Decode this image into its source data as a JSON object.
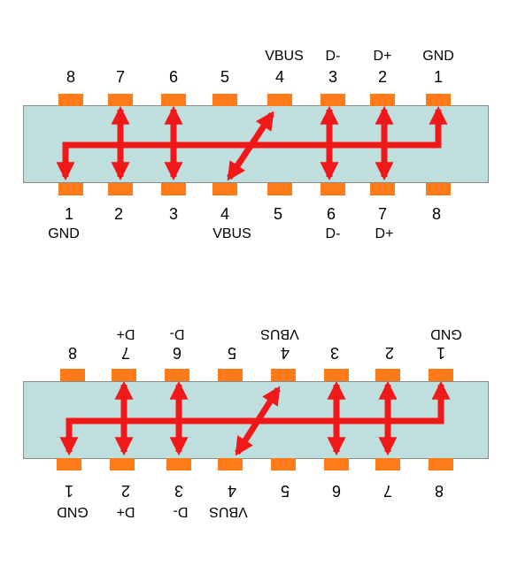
{
  "colors": {
    "board": "#bfdede",
    "pad": "#ff7a18",
    "wire": "#f01818"
  },
  "top": {
    "upper_numbers": [
      "8",
      "7",
      "6",
      "5",
      "4",
      "3",
      "2",
      "1"
    ],
    "upper_signals": [
      "",
      "",
      "",
      "",
      "VBUS",
      "D-",
      "D+",
      "GND"
    ],
    "lower_numbers": [
      "1",
      "2",
      "3",
      "4",
      "5",
      "6",
      "7",
      "8"
    ],
    "lower_signals": [
      "GND",
      "",
      "",
      "VBUS",
      "",
      "D-",
      "D+",
      ""
    ]
  },
  "bottom": {
    "upper_numbers": [
      "8",
      "7",
      "6",
      "5",
      "4",
      "3",
      "2",
      "1"
    ],
    "upper_signals": [
      "",
      "D+",
      "D-",
      "",
      "VBUS",
      "",
      "",
      "GND"
    ],
    "lower_numbers": [
      "1",
      "2",
      "3",
      "4",
      "5",
      "6",
      "7",
      "8"
    ],
    "lower_signals": [
      "GND",
      "D+",
      "D-",
      "VBUS",
      "",
      "",
      "",
      ""
    ]
  }
}
